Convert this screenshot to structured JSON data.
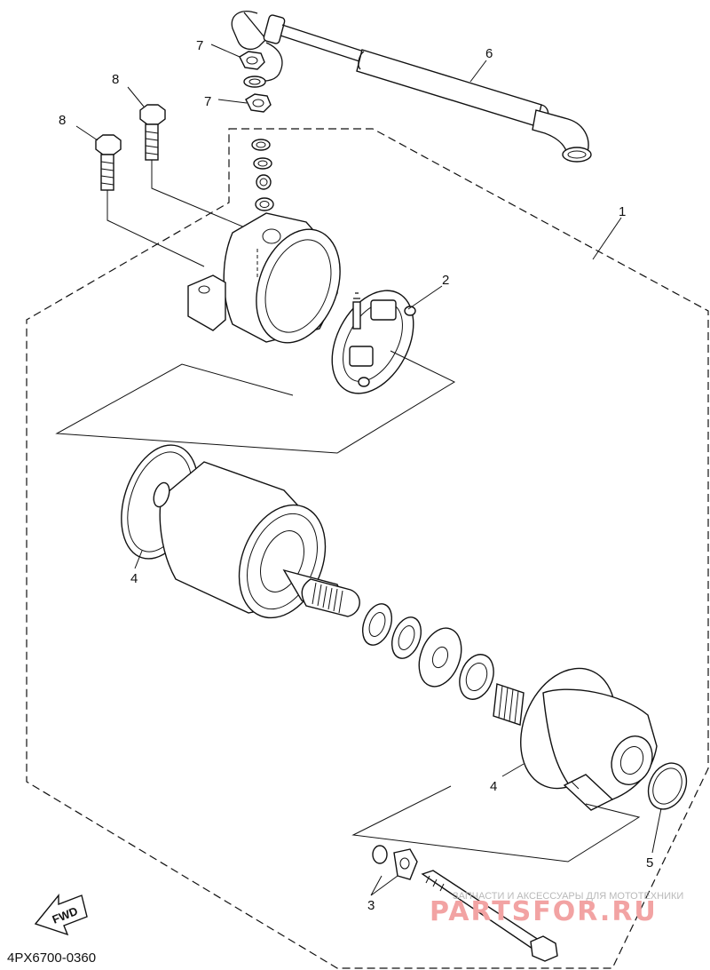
{
  "callouts": [
    {
      "number": "1"
    },
    {
      "number": "2"
    },
    {
      "number": "3"
    },
    {
      "number": "4"
    },
    {
      "number": "4"
    },
    {
      "number": "5"
    },
    {
      "number": "6"
    },
    {
      "number": "7"
    },
    {
      "number": "7"
    },
    {
      "number": "8"
    },
    {
      "number": "8"
    }
  ],
  "direction_marker": "FWD",
  "diagram_code": "4PX6700-0360",
  "watermark": {
    "tagline": "ЗАПЧАСТИ И АКСЕССУАРЫ ДЛЯ МОТОТЕХНИКИ",
    "brand": "PARTSFOR.RU",
    "color": "#f2a3a3"
  }
}
